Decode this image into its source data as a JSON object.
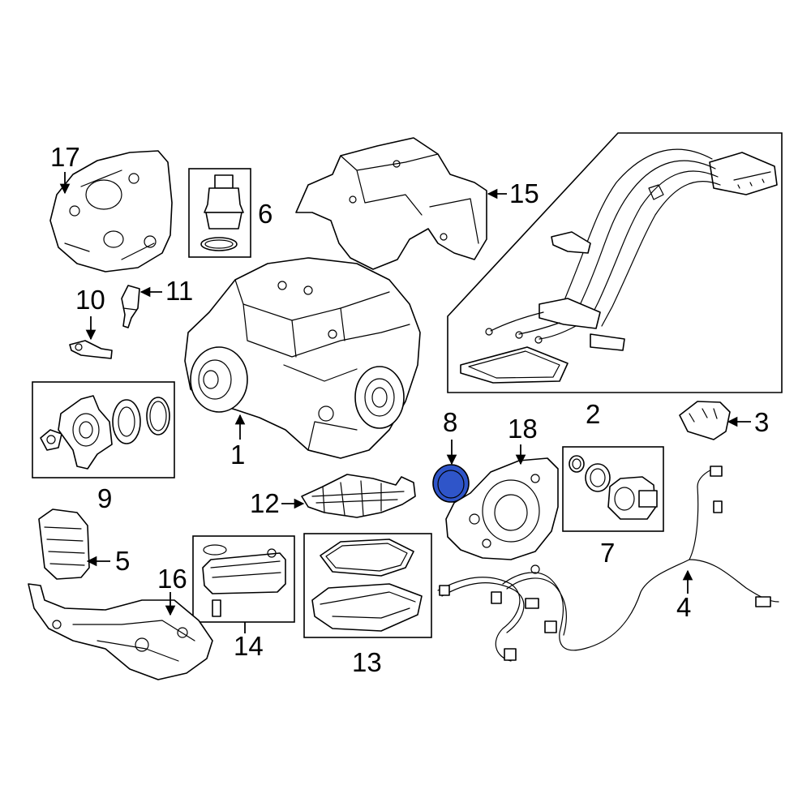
{
  "colors": {
    "highlight": "#2f55c9",
    "line": "#000000",
    "background": "#ffffff"
  },
  "callouts": {
    "c1": "1",
    "c2": "2",
    "c3": "3",
    "c4": "4",
    "c5": "5",
    "c6": "6",
    "c7": "7",
    "c8": "8",
    "c9": "9",
    "c10": "10",
    "c11": "11",
    "c12": "12",
    "c13": "13",
    "c14": "14",
    "c15": "15",
    "c16": "16",
    "c17": "17",
    "c18": "18"
  },
  "highlighted_part": "8"
}
